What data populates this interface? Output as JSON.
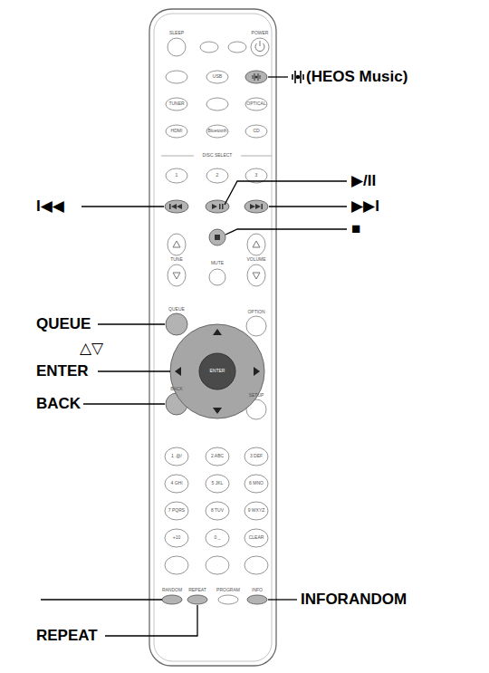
{
  "diagram": {
    "labels": [
      "(HEOS Music)",
      "▶/II",
      "▶▶I",
      "■",
      "I◀◀",
      "QUEUE",
      "△▽",
      "ENTER",
      "BACK",
      "INFORANDOM",
      "REPEAT",
      "SLEEP",
      "POWER",
      "USB",
      "TUNER",
      "OPTICAL",
      "HDMI",
      "Bluetooth",
      "CD",
      "DISC SELECT",
      "1",
      "2",
      "3",
      "TUNE",
      "MUTE",
      "VOLUME",
      "QUEUE",
      "OPTION",
      "ENTER",
      "BACK",
      "SETUP",
      "1 .@/",
      "2 ABC",
      "3 DEF",
      "4 GHI",
      "5 JKL",
      "6 MNO",
      "7 PQRS",
      "8 TUV",
      "9 WXYZ",
      "+10",
      "0 _",
      "CLEAR",
      "RANDOM",
      "REPEAT",
      "PROGRAM",
      "INFO"
    ]
  }
}
